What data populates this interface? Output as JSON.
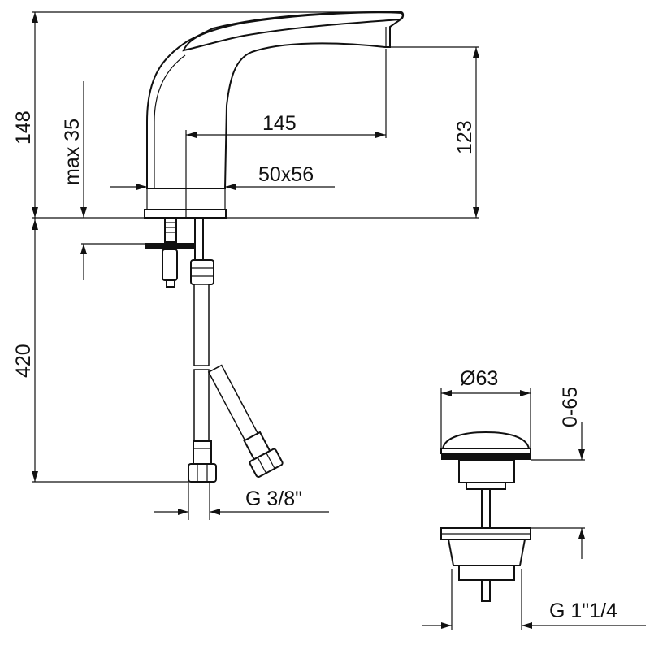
{
  "dimensions": {
    "total_height": "148",
    "max_thickness": "max 35",
    "spout_reach": "145",
    "spout_height": "123",
    "base_size": "50x56",
    "hose_length": "420",
    "hose_connection": "G 3/8\"",
    "waste_diameter": "Ø63",
    "waste_travel": "0-65",
    "waste_thread": "G 1\"1/4"
  }
}
